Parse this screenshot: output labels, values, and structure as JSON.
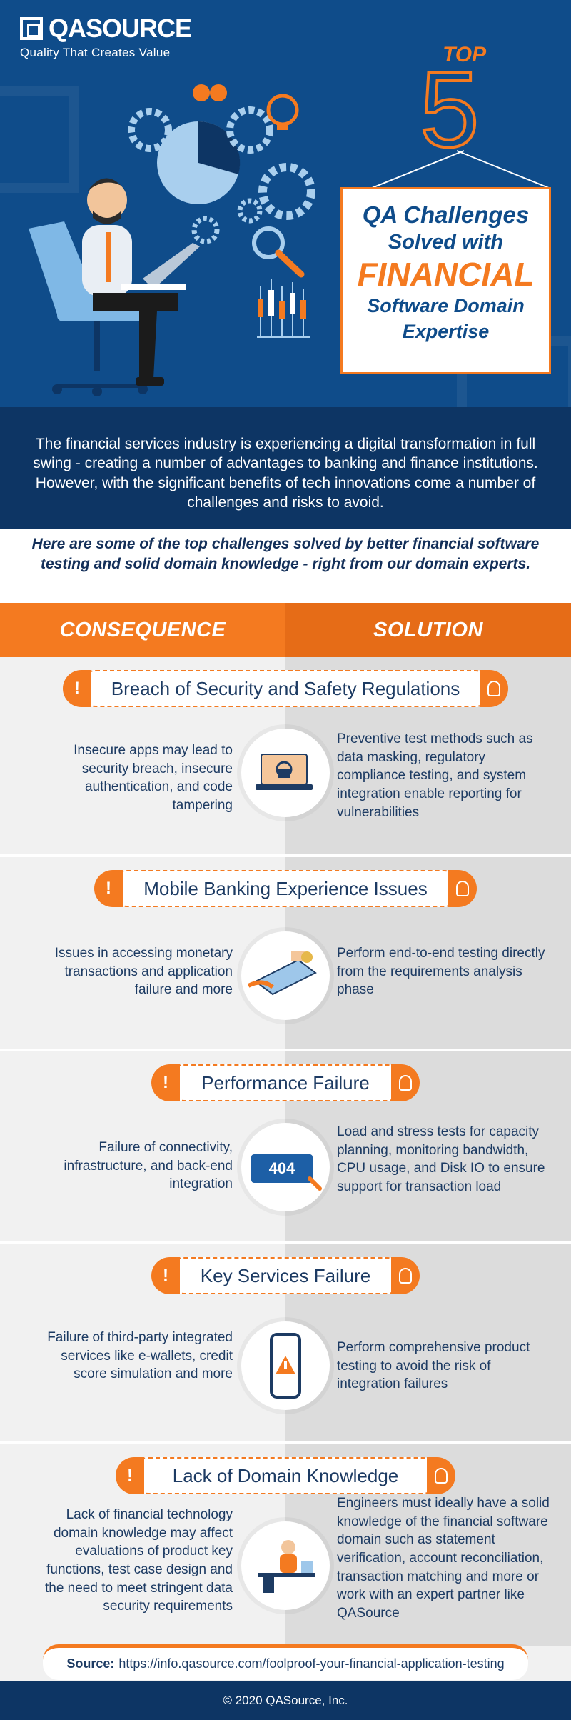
{
  "brand": {
    "name": "QASOURCE",
    "tagline": "Quality That Creates Value"
  },
  "hero": {
    "top_label": "TOP",
    "top_number": "5",
    "title_line1": "QA Challenges",
    "title_line2": "Solved with",
    "title_line3": "FINANCIAL",
    "title_line4": "Software Domain",
    "title_line5": "Expertise"
  },
  "intro": "The financial services industry is experiencing a digital transformation in full swing - creating a number of advantages to banking and finance institutions. However, with the significant benefits of tech innovations come a number of challenges and risks to avoid.",
  "highlight": "Here are some of the top challenges solved by better financial software testing and solid domain knowledge - right from our domain experts.",
  "columns": {
    "left": "CONSEQUENCE",
    "right": "SOLUTION"
  },
  "sections": [
    {
      "title": "Breach of Security and Safety Regulations",
      "consequence": "Insecure apps may lead to security breach, insecure authentication, and code tampering",
      "solution": "Preventive test methods such as data masking, regulatory compliance testing, and system integration enable reporting for vulnerabilities",
      "icon": "laptop-lock-icon"
    },
    {
      "title": "Mobile Banking Experience Issues",
      "consequence": "Issues in accessing monetary transactions and application failure and more",
      "solution": "Perform end-to-end testing directly from the requirements analysis phase",
      "icon": "mobile-payment-icon"
    },
    {
      "title": "Performance Failure",
      "consequence": "Failure of connectivity, infrastructure, and back-end integration",
      "solution": "Load and stress tests for capacity planning, monitoring bandwidth, CPU usage, and Disk IO to ensure support for transaction load",
      "icon": "error-404-icon",
      "icon_text": "404"
    },
    {
      "title": "Key Services Failure",
      "consequence": "Failure of third-party integrated services like e-wallets, credit score simulation and more",
      "solution": "Perform comprehensive product testing to avoid the risk of integration failures",
      "icon": "phone-warning-icon"
    },
    {
      "title": "Lack of Domain Knowledge",
      "consequence": "Lack of financial technology domain knowledge may affect evaluations of product key functions, test case design and the need to meet stringent data security requirements",
      "solution": "Engineers must ideally have a solid knowledge of the financial software domain such as statement verification, account reconciliation, transaction matching and more or work with an expert partner like QASource",
      "icon": "engineer-desk-icon"
    }
  ],
  "source": {
    "label": "Source:",
    "url": "https://info.qasource.com/foolproof-your-financial-application-testing"
  },
  "footer": "© 2020 QASource, Inc.",
  "colors": {
    "navy": "#0f4c8a",
    "dark_navy": "#0d3564",
    "orange": "#f47a20",
    "text": "#1d3b63"
  }
}
